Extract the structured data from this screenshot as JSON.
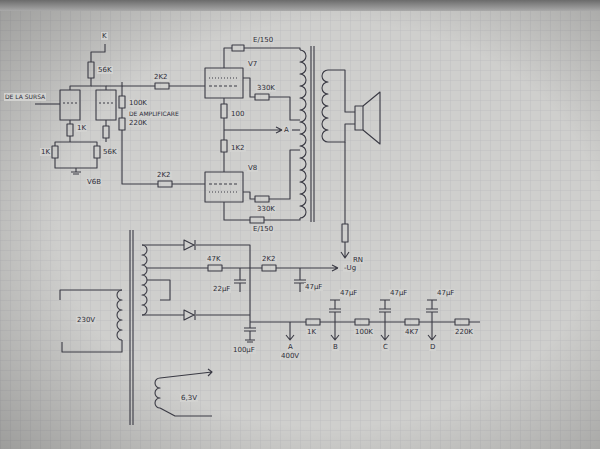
{
  "diagram": {
    "labels": [
      "K",
      "56K",
      "DE LA SURSA",
      "2K2",
      "100K",
      "DE AMPLIFICARE",
      "1K",
      "220K",
      "1K",
      "56K",
      "V6B",
      "2K2",
      "E/150",
      "V7",
      "330K",
      "100",
      "A",
      "1K2",
      "V8",
      "330K",
      "E/150",
      "RN",
      "230V",
      "6,3V",
      "47K",
      "2K2",
      "22µF",
      "47µF",
      "-Ug",
      "100µF",
      "A",
      "400V",
      "1K",
      "B",
      "47µF",
      "100K",
      "C",
      "47µF",
      "4K7",
      "D",
      "47µF",
      "220K"
    ]
  }
}
